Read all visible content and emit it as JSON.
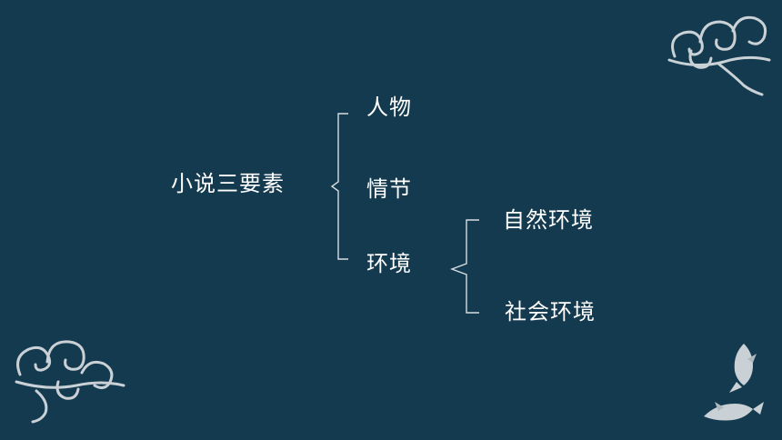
{
  "root": "小说三要素",
  "elements": [
    "人物",
    "情节",
    "环境"
  ],
  "environment_types": [
    "自然环境",
    "社会环境"
  ],
  "palette": {
    "background": "#143a4f",
    "text": "#ffffff",
    "lines": "#d6dde2",
    "decor": "#c9d1d6"
  },
  "decorations": [
    "cloud-icon",
    "cloud-icon",
    "koi-fish-icon"
  ]
}
